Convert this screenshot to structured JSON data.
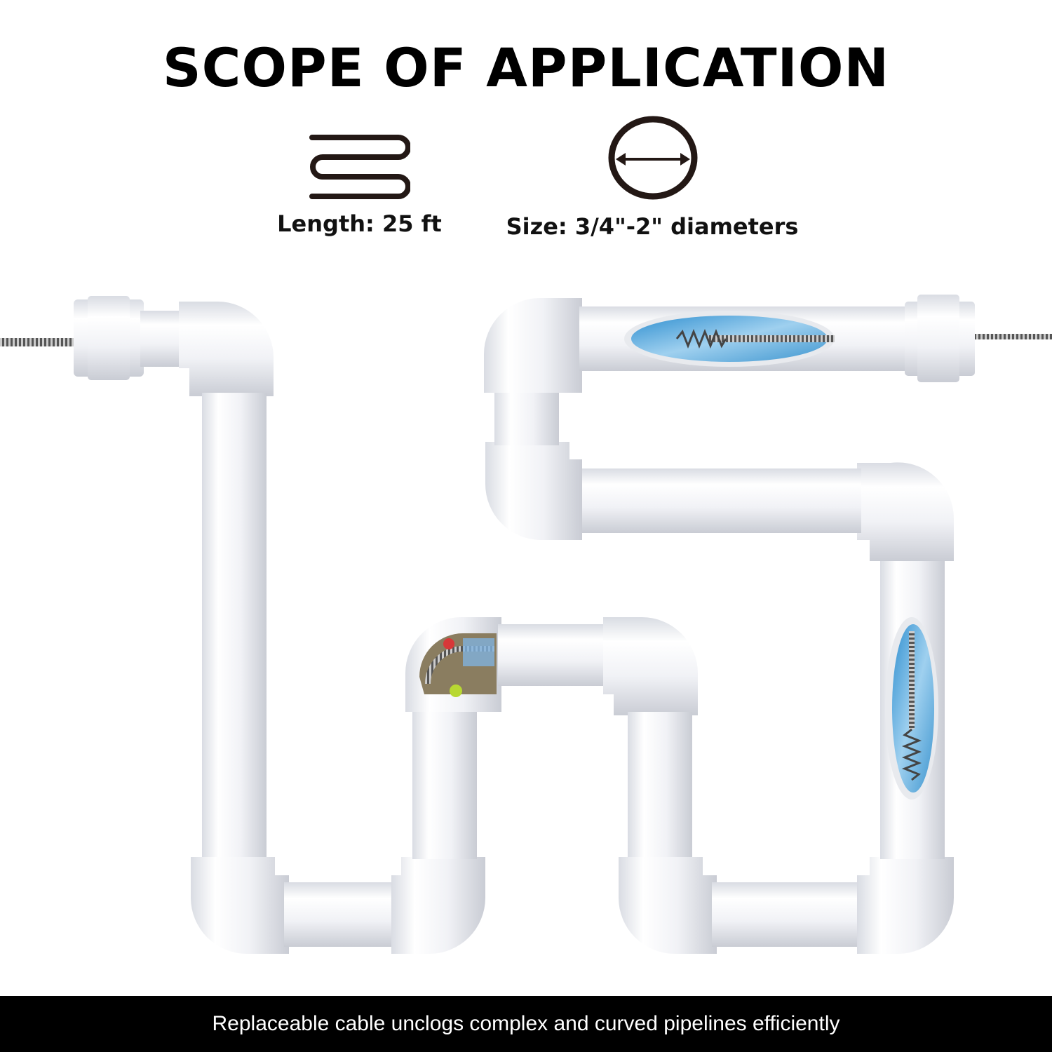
{
  "header": {
    "title": "SCOPE OF APPLICATION"
  },
  "specs": [
    {
      "icon": "coiled-cable-icon",
      "label": "Length: 25 ft"
    },
    {
      "icon": "pipe-diameter-icon",
      "label": "Size: 3/4\"-2\" diameters"
    }
  ],
  "illustration": {
    "subject": "white PVC pipe network with drain auger cable",
    "cutaways": [
      "water-with-spring-head-horizontal",
      "clog-debris-elbow",
      "water-with-spring-head-vertical"
    ]
  },
  "footer": {
    "caption": "Replaceable cable unclogs complex and curved pipelines efficiently"
  },
  "colors": {
    "background": "#ffffff",
    "text": "#000000",
    "footer_bg": "#000000",
    "footer_text": "#ffffff",
    "pipe": "#f2f3f6",
    "water": "#4fa3d6"
  }
}
